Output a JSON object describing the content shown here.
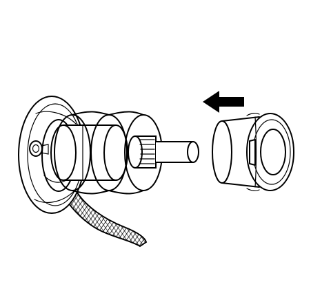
{
  "figure": {
    "description_visible_text": "",
    "colors": {
      "line": "#000000",
      "background": "#ffffff",
      "cable_hatch": "#000000"
    },
    "components": [
      {
        "name": "mounting-flange",
        "icon": "flange-icon"
      },
      {
        "name": "coil-spring",
        "icon": "spring-icon"
      },
      {
        "name": "splined-shaft",
        "icon": "shaft-icon"
      },
      {
        "name": "bushing-collar",
        "icon": "collar-icon"
      },
      {
        "name": "wire-harness",
        "icon": "cable-icon"
      },
      {
        "name": "direction-arrow",
        "icon": "arrow-left-icon"
      }
    ]
  }
}
